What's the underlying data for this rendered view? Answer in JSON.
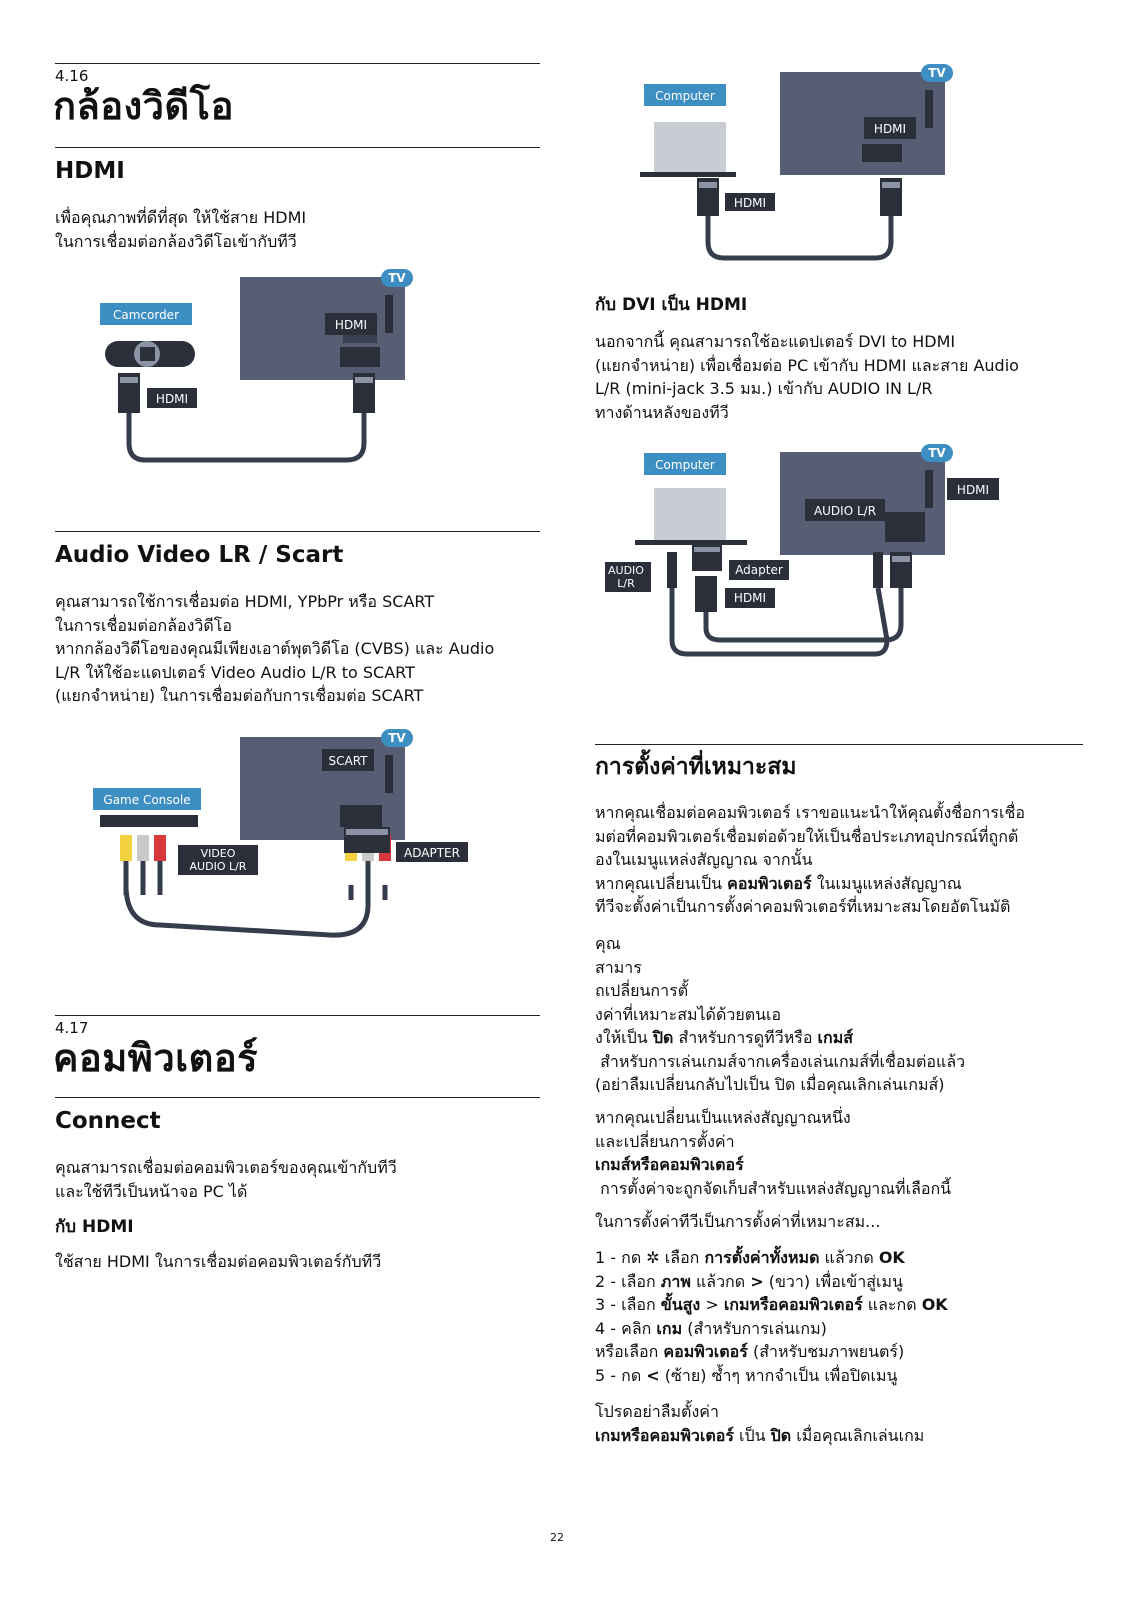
{
  "section_416": {
    "number": "4.16",
    "title": "กล้องวิดีโอ",
    "hdmi": {
      "heading": "HDMI",
      "lines": [
        "เพื่อคุณภาพที่ดีที่สุด ให้ใช้สาย HDMI",
        "ในการเชื่อมต่อกล้องวิดีโอเข้ากับทีวี"
      ],
      "diagram": {
        "tv": "TV",
        "tv_port": "HDMI",
        "device": "Camcorder",
        "cable": "HDMI"
      }
    },
    "av": {
      "heading": "Audio Video LR / Scart",
      "lines": [
        "คุณสามารถใช้การเชื่อมต่อ HDMI, YPbPr หรือ SCART",
        "ในการเชื่อมต่อกล้องวิดีโอ",
        "หากกล้องวิดีโอของคุณมีเพียงเอาต์พุตวิดีโอ (CVBS) และ Audio",
        "L/R ให้ใช้อะแดปเตอร์ Video Audio L/R to SCART",
        "(แยกจำหน่าย) ในการเชื่อมต่อกับการเชื่อมต่อ SCART"
      ],
      "diagram": {
        "tv": "TV",
        "tv_port": "SCART",
        "device": "Game Console",
        "video": "VIDEO",
        "audio": "AUDIO  L/R",
        "adapter": "ADAPTER"
      }
    }
  },
  "section_417": {
    "number": "4.17",
    "title": "คอมพิวเตอร์",
    "connect": {
      "heading": "Connect",
      "lines": [
        "คุณสามารถเชื่อมต่อคอมพิวเตอร์ของคุณเข้ากับทีวี",
        "และใช้ทีวีเป็นหน้าจอ PC ได้"
      ]
    },
    "with_hdmi": {
      "heading": "กับ HDMI",
      "text": "ใช้สาย HDMI ในการเชื่อมต่อคอมพิวเตอร์กับทีวี",
      "diagram": {
        "tv": "TV",
        "tv_port": "HDMI",
        "device": "Computer",
        "cable": "HDMI"
      }
    },
    "with_dvi": {
      "heading": "กับ DVI เป็น HDMI",
      "lines": [
        "นอกจากนี้ คุณสามารถใช้อะแดปเตอร์ DVI to HDMI",
        "(แยกจำหน่าย) เพื่อเชื่อมต่อ PC เข้ากับ HDMI และสาย Audio",
        "L/R (mini-jack 3.5 มม.) เข้ากับ AUDIO IN L/R",
        "ทางด้านหลังของทีวี"
      ],
      "diagram": {
        "tv": "TV",
        "tv_audio": "AUDIO L/R",
        "tv_hdmi": "HDMI",
        "device": "Computer",
        "audio1": "AUDIO",
        "audio2": "L/R",
        "adapter": "Adapter",
        "cable": "HDMI"
      }
    },
    "ideal": {
      "heading": "การตั้งค่าที่เหมาะสม",
      "p1": [
        "หากคุณเชื่อมต่อคอมพิวเตอร์ เราขอแนะนำให้คุณตั้งชื่อการเชื่อ",
        "มต่อที่คอมพิวเตอร์เชื่อมต่อด้วยให้เป็นชื่อประเภทอุปกรณ์ที่ถูกต้",
        "องในเมนูแหล่งสัญญาณ จากนั้น"
      ],
      "p1b_pre": "หากคุณเปลี่ยนเป็น ",
      "p1b_bold": "คอมพิวเตอร์",
      "p1b_post": " ในเมนูแหล่งสัญญาณ",
      "p1c": "ทีวีจะตั้งค่าเป็นการตั้งค่าคอมพิวเตอร์ที่เหมาะสมโดยอัตโนมัติ",
      "p2": [
        "คุณ",
        "สามาร",
        "ถเปลี่ยนการตั้",
        "งค่าที่เหมาะสมได้ด้วยตนเอ"
      ],
      "p2e_pre": "งให้เป็น ",
      "p2e_b1": "ปิด",
      "p2e_mid": " สำหรับการดูทีวีหรือ ",
      "p2e_b2": "เกมส์",
      "p2f": " สำหรับการเล่นเกมส์จากเครื่องเล่นเกมส์ที่เชื่อมต่อแล้ว",
      "p2g": "(อย่าลืมเปลี่ยนกลับไปเป็น ปิด เมื่อคุณเลิกเล่นเกมส์)",
      "p3": [
        "หากคุณเปลี่ยนเป็นแหล่งสัญญาณหนึ่ง",
        "และเปลี่ยนการตั้งค่า"
      ],
      "p3_bold": "เกมส์หรือคอมพิวเตอร์",
      "p3_end": " การตั้งค่าจะถูกจัดเก็บสำหรับแหล่งสัญญาณที่เลือกนี้",
      "p4": "ในการตั้งค่าทีวีเป็นการตั้งค่าที่เหมาะสม...",
      "s1_pre": "1 - กด ",
      "s1_mid": " เลือก ",
      "s1_b1": "การตั้งค่าทั้งหมด",
      "s1_mid2": " แล้วกด ",
      "s1_b2": "OK",
      "s2_pre": "2 - เลือก ",
      "s2_b1": "ภาพ",
      "s2_mid": " แล้วกด ",
      "s2_post": " (ขวา) เพื่อเข้าสู่เมนู",
      "s3_pre": "3 - เลือก ",
      "s3_b1": "ขั้นสูง",
      "s3_mid": " > ",
      "s3_b2": "เกมหรือคอมพิวเตอร์",
      "s3_mid2": " และกด ",
      "s3_b3": "OK",
      "s4_pre": "4 - คลิก ",
      "s4_b1": "เกม",
      "s4_post": " (สำหรับการเล่นเกม)",
      "s4b_pre": "หรือเลือก ",
      "s4b_b1": "คอมพิวเตอร์",
      "s4b_post": " (สำหรับชมภาพยนตร์)",
      "s5_pre": "5 - กด ",
      "s5_post": " (ซ้าย) ซ้ำๆ หากจำเป็น เพื่อปิดเมนู",
      "p5": "โปรดอย่าลืมตั้งค่า",
      "p5_b1": "เกมหรือคอมพิวเตอร์",
      "p5_mid": " เป็น ",
      "p5_b2": "ปิด",
      "p5_post": " เมื่อคุณเลิกเล่นเกม"
    }
  },
  "page_number": "22",
  "colors": {
    "tv": "#575e74",
    "label": "#3d8fc3",
    "cable": "#363c4c",
    "dark": "#2b2f3a"
  }
}
